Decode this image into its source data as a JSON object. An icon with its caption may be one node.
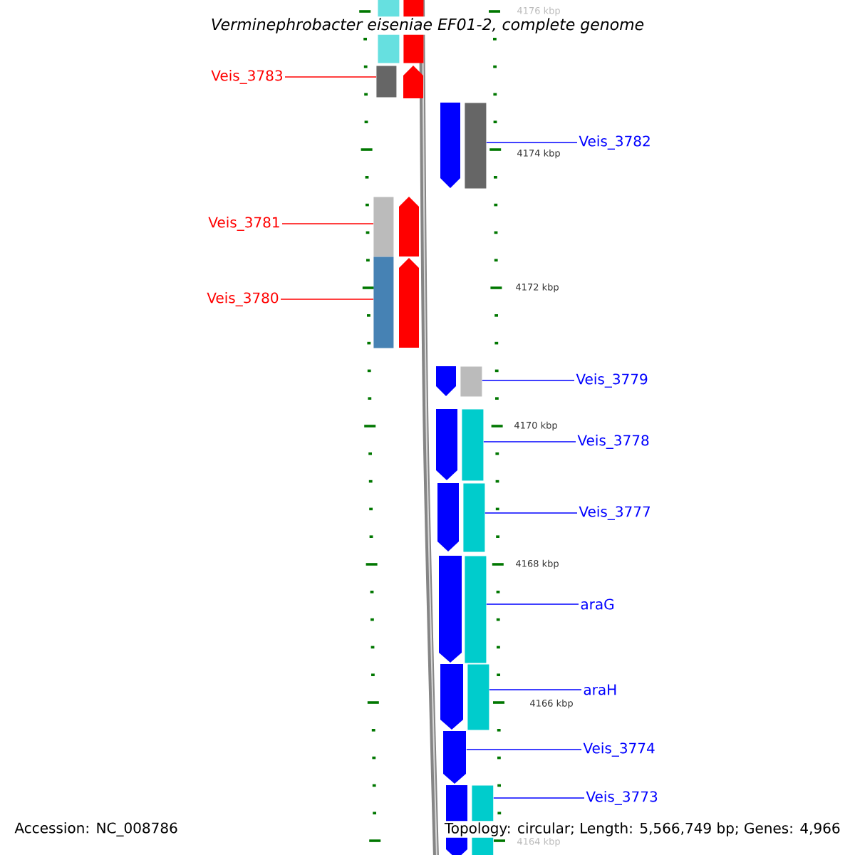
{
  "diagram": {
    "title": "Verminephrobacter eiseniae EF01-2, complete genome",
    "nodes": [
      {
        "text": [
          "Veis_3783"
        ]
      },
      {
        "text": [],
        "shape": "bar"
      },
      {
        "text": [
          "Veis_3782"
        ]
      },
      {
        "text": [],
        "shape": "bar"
      },
      {
        "text": [
          "Veis_3781"
        ]
      },
      {
        "text": [],
        "shape": "bar"
      },
      {
        "text": [
          "Veis_3780"
        ]
      },
      {
        "text": [],
        "shape": "bar"
      },
      {
        "text": [
          "Veis_3779"
        ]
      },
      {
        "text": [],
        "shape": "bar"
      },
      {
        "text": [
          "Veis_3778"
        ]
      },
      {
        "text": [],
        "shape": "bar"
      },
      {
        "text": [
          "Veis_3777"
        ]
      },
      {
        "text": [],
        "shape": "bar"
      },
      {
        "text": [
          "araG"
        ]
      },
      {
        "text": [],
        "shape": "bar"
      },
      {
        "text": [
          "araH"
        ]
      },
      {
        "text": [],
        "shape": "bar"
      },
      {
        "text": [
          "Veis_3774"
        ]
      },
      {
        "text": [],
        "shape": "bar"
      },
      {
        "text": [
          "Veis_3773"
        ]
      },
      {
        "text": [],
        "shape": "bar"
      },
      {
        "text": [],
        "shape": "bar"
      },
      {
        "text": [],
        "shape": "bar"
      },
      {
        "text": [],
        "shape": "bar"
      },
      {
        "text": [],
        "shape": "bar"
      },
      {
        "text": [],
        "shape": "bar"
      },
      {
        "text": [],
        "shape": "bar"
      },
      {
        "text": [],
        "shape": "bar"
      },
      {
        "text": [],
        "shape": "bar"
      },
      {
        "text": [],
        "shape": "bar"
      },
      {
        "text": [],
        "shape": "bar"
      },
      {
        "text": [],
        "shape": "bar"
      },
      {
        "text": [],
        "shape": "bar"
      }
    ],
    "edges": [
      {
        "from": 0,
        "to": 1,
        "arrow": "none",
        "color": "#ff0000"
      },
      {
        "from": 2,
        "to": 3,
        "arrow": "none"
      },
      {
        "from": 4,
        "to": 5,
        "arrow": "none",
        "color": "#ff0000"
      },
      {
        "from": 6,
        "to": 7,
        "arrow": "none",
        "color": "#ff0000"
      },
      {
        "from": 8,
        "to": 9,
        "arrow": "none"
      },
      {
        "from": 10,
        "to": 11,
        "arrow": "none"
      },
      {
        "from": 12,
        "to": 13,
        "arrow": "none"
      },
      {
        "from": 14,
        "to": 15,
        "arrow": "none"
      },
      {
        "from": 16,
        "to": 17,
        "arrow": "none"
      },
      {
        "from": 18,
        "to": 19,
        "arrow": "none"
      },
      {
        "from": 20,
        "to": 21,
        "arrow": "none"
      }
    ],
    "labels": [
      "4176 kbp",
      "4174 kbp",
      "4172 kbp",
      "4170 kbp",
      "4168 kbp",
      "4166 kbp",
      "4164 kbp",
      "Accession: NC_008786",
      "Topology: circular; Length: 5,566,749 bp; Genes: 4,966"
    ]
  }
}
